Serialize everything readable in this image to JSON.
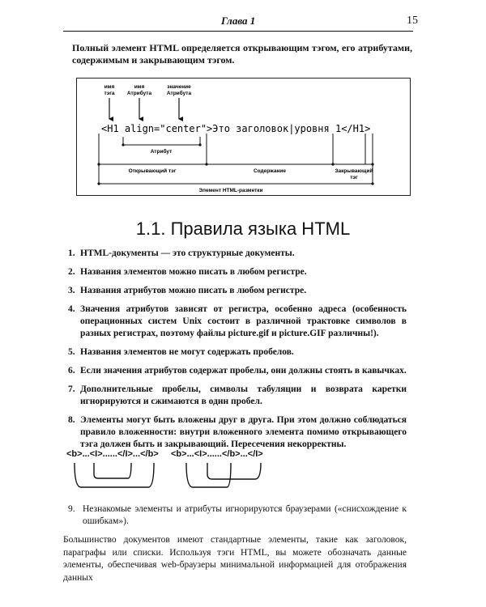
{
  "header": {
    "chapter": "Глава 1",
    "page_number": "15"
  },
  "intro_text": "Полный элемент HTML определяется открывающим тэгом, его атрибутами, содержимым и закрывающим тэгом.",
  "diagram": {
    "labels": {
      "tag_name": "имя тэга",
      "attr_name": "имя Атрибута",
      "attr_value": "значение Атрибута",
      "attribute": "Атрибут",
      "opening_tag": "Открывающий тэг",
      "content": "Содержание",
      "closing_tag": "Закрывающий тэг",
      "element": "Элемент HTML-разметки"
    },
    "code": "<H1 align=\"center\">Это заголовок|уровня 1</H1>"
  },
  "section_title": "1.1. Правила языка HTML",
  "rules": [
    {
      "n": "1.",
      "text": "HTML-документы — это структурные документы."
    },
    {
      "n": "2.",
      "text": "Названия элементов можно писать в любом регистре."
    },
    {
      "n": "3.",
      "text": "Названия атрибутов можно писать в любом регистре."
    },
    {
      "n": "4.",
      "text": "Значения атрибутов зависят от регистра, особенно адреса (особенность операционных систем Unix состоит в различной трактовке символов в разных регистрах, поэтому файлы picture.gif и picture.GIF различны!)."
    },
    {
      "n": "5.",
      "text": "Названия элементов не могут содержать пробелов."
    },
    {
      "n": "6.",
      "text": "Если значения атрибутов содержат пробелы, они должны стоять в кавычках."
    },
    {
      "n": "7.",
      "text": "Дополнительные пробелы, символы табуляции и возврата каретки игнорируются и сжимаются в один пробел."
    },
    {
      "n": "8.",
      "text": "Элементы могут быть вложены друг в друга. При этом должно соблюдаться правило вложенности: внутри вложенного элемента помимо открывающего тэга должен быть и закрывающий. Пересечения некорректны."
    }
  ],
  "nesting": {
    "correct": "<b>...<I>......</I>...</b>",
    "incorrect": "<b>...<I>......</b>...</I>"
  },
  "rule9": {
    "n": "9.",
    "text": "Незнакомые элементы и атрибуты игнорируются браузерами («снисхождение к ошибкам»)."
  },
  "paragraph": "Большинство документов имеют стандартные элементы, такие как заголовок, параграфы или списки. Используя тэги HTML, вы можете обозначать данные элементы, обеспечивая web-браузеры минимальной информацией для отображения данных"
}
